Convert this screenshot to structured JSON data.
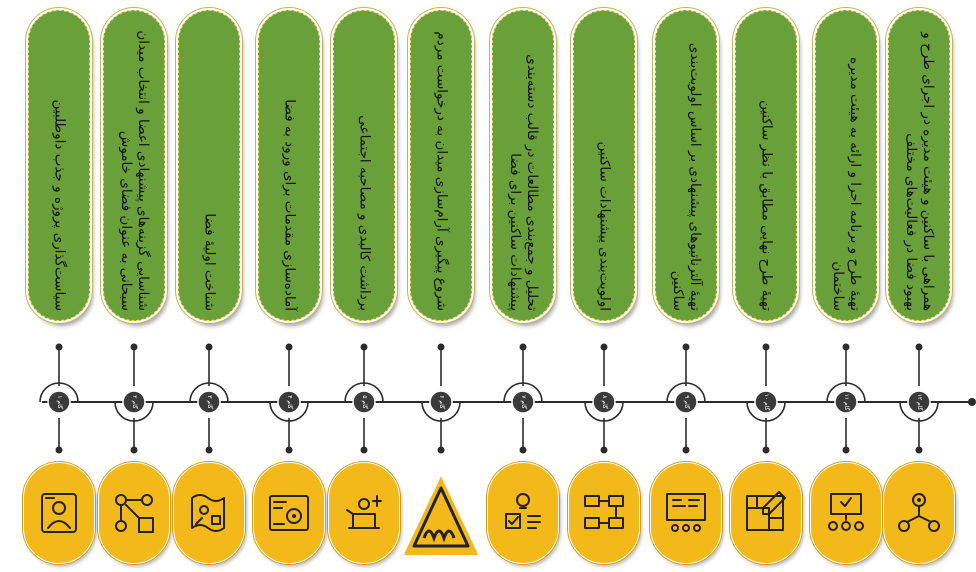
{
  "steps": [
    {
      "text": "سیاست‌گذاری پروژه و جذب داوطلبین",
      "label": "گام ۱",
      "icon": "team-person-icon"
    },
    {
      "text": "شناسایی گزینه‌های پیشنهادی اعضا و انتخاب میدان سبحانی به عنوان فضای خاموش",
      "label": "گام ۲",
      "icon": "options-network-icon"
    },
    {
      "text": "شناخت اولیهٔ فضا",
      "label": "گام ۳",
      "icon": "site-map-icon"
    },
    {
      "text": "آماده‌سازی مقدمات برای ورود به فضا",
      "label": "گام ۴",
      "icon": "settings-panel-icon"
    },
    {
      "text": "برداشت کالبدی و مصاحبه اجتماعی",
      "label": "گام ۵",
      "icon": "survey-interview-icon"
    },
    {
      "text": "شروع پیگیری آرام‌سازی میدان به درخواست مردم",
      "label": "گام ۶",
      "icon": "warning-sign-icon"
    },
    {
      "text": "تحلیل و جمع‌بندی مطالعات در قالب دسته‌بندی پیشنهادات ساکنین برای فضا",
      "label": "گام ۷",
      "icon": "analysis-idea-icon"
    },
    {
      "text": "اولویت‌بندی پیشنهادات ساکنین",
      "label": "گام ۸",
      "icon": "priority-list-icon"
    },
    {
      "text": "تهیهٔ آلترناتیوهای پیشنهادی بر اساس اولویت‌بندی ساکنین",
      "label": "گام ۹",
      "icon": "alternatives-board-icon"
    },
    {
      "text": "تهیهٔ طرح نهایی مطابق با نظر ساکنین",
      "label": "گام ۱۰",
      "icon": "blueprint-plan-icon"
    },
    {
      "text": "تهیهٔ طرح و برنامه اجرا و ارائه به هیئت مدیره ساختمان",
      "label": "گام ۱۱",
      "icon": "presentation-meeting-icon"
    },
    {
      "text": "همراهی با ساکنین و هیئت مدیره در اجرای طرح و بهبود فضا در فعالیت‌های مختلف",
      "label": "گام ۱۲",
      "icon": "community-network-icon"
    }
  ],
  "colors": {
    "green": "#6aa03a",
    "yellow": "#f3b819",
    "timeline": "#2b2b2b",
    "node": "#3a3a3a"
  }
}
